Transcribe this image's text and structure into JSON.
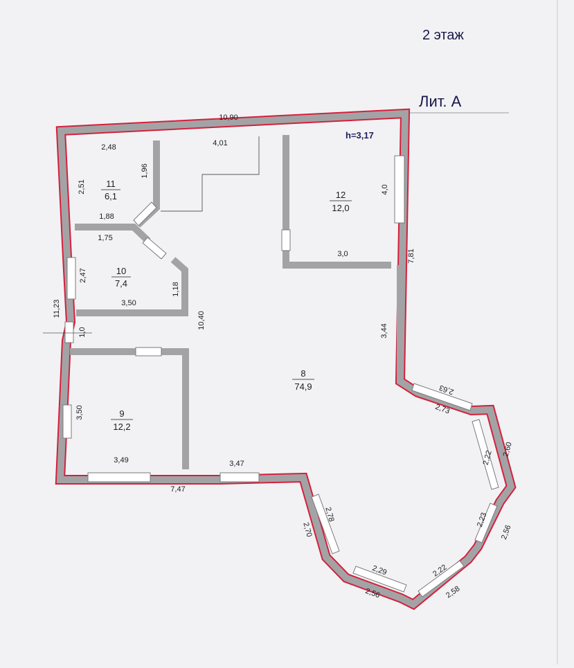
{
  "floor_title": "2 этаж",
  "litera": "Лит. А",
  "ceiling_height": "h=3,17",
  "colors": {
    "background": "#f2f2f4",
    "wall": "#a3a3a6",
    "wall_edge": "#5f5f63",
    "exterior_red": "#d4203c",
    "window": "#ffffff",
    "text": "#1d1d22",
    "title": "#17174a"
  },
  "rooms": [
    {
      "number": "11",
      "area": "6,1"
    },
    {
      "number": "10",
      "area": "7,4"
    },
    {
      "number": "12",
      "area": "12,0"
    },
    {
      "number": "8",
      "area": "74,9"
    },
    {
      "number": "9",
      "area": "12,2"
    }
  ],
  "dimensions": {
    "top_width": "10,90",
    "left_total": "11,23",
    "room11_width": "2,48",
    "room11_height": "2,51",
    "room11_inner": "1,96",
    "stair_width": "4,01",
    "room12_height": "4,0",
    "room12_width": "3,0",
    "right_wall": "7,81",
    "corridor_lower_right": "3,44",
    "room10_top1": "1,88",
    "room10_top2": "1,75",
    "room10_height": "2,47",
    "room10_inner": "1,18",
    "room10_width": "3,50",
    "passage": "1,0",
    "hall_length": "10,40",
    "room9_height": "3,50",
    "room9_width": "3,49",
    "bottom_inner": "3,47",
    "bottom_outer": "7,47",
    "bay_1_outer": "2,63",
    "bay_1_inner": "2,73",
    "bay_2_outer": "2,60",
    "bay_2_inner": "2,22",
    "bay_3_outer": "2,56",
    "bay_3_inner": "2,23",
    "bay_4_outer": "2,58",
    "bay_4_inner": "2,22",
    "bay_5_outer": "2,56",
    "bay_5_inner": "2,29",
    "bay_6_outer": "2,70",
    "bay_6_inner": "2,78"
  }
}
